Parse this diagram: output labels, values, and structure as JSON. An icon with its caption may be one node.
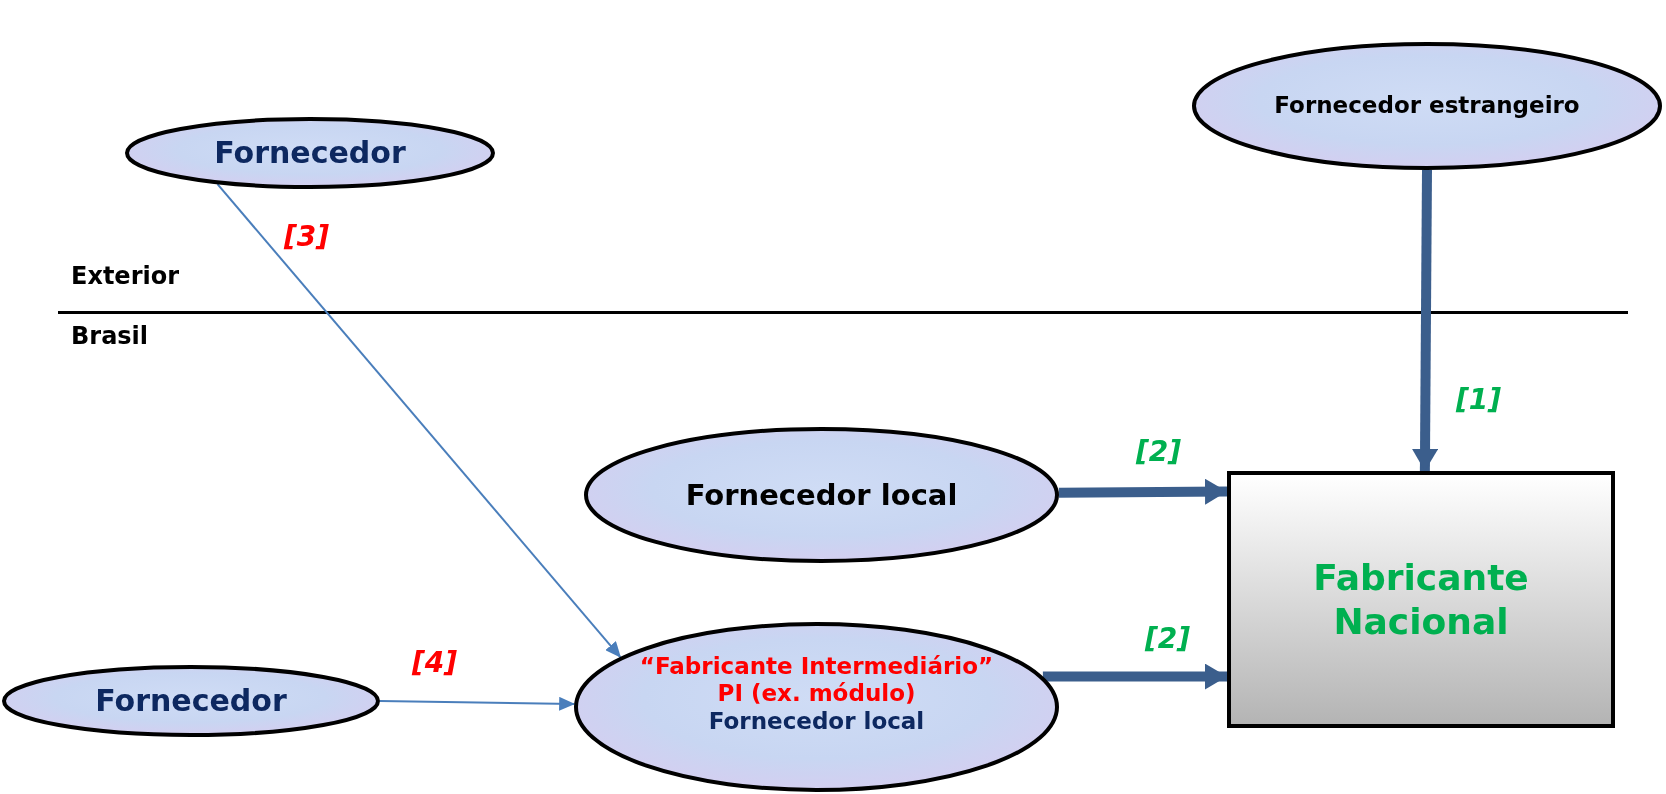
{
  "diagram": {
    "nodes": [
      {
        "text": [
          "Fornecedor estrangeiro"
        ]
      },
      {
        "text": [
          "Fornecedor"
        ]
      },
      {
        "text": [
          "Fornecedor local"
        ]
      },
      {
        "text": [
          "Fabricante Nacional"
        ]
      },
      {
        "text": [
          "Fornecedor"
        ]
      },
      {
        "text": [
          "“Fabricante Intermediário” PI (ex. módulo)",
          "Fornecedor local"
        ]
      }
    ],
    "edges": [
      {
        "from": 0,
        "to": 3,
        "arrow": "to",
        "label": "[1]"
      },
      {
        "from": 2,
        "to": 3,
        "arrow": "to",
        "label": "[2]"
      },
      {
        "from": 5,
        "to": 3,
        "arrow": "to",
        "label": "[2]"
      },
      {
        "from": 1,
        "to": 5,
        "arrow": "to",
        "label": "[3]",
        "color": "#4a7ebb"
      },
      {
        "from": 4,
        "to": 5,
        "arrow": "to",
        "label": "[4]",
        "color": "#4a7ebb"
      }
    ],
    "labels": [
      "Exterior",
      "Brasil"
    ]
  }
}
